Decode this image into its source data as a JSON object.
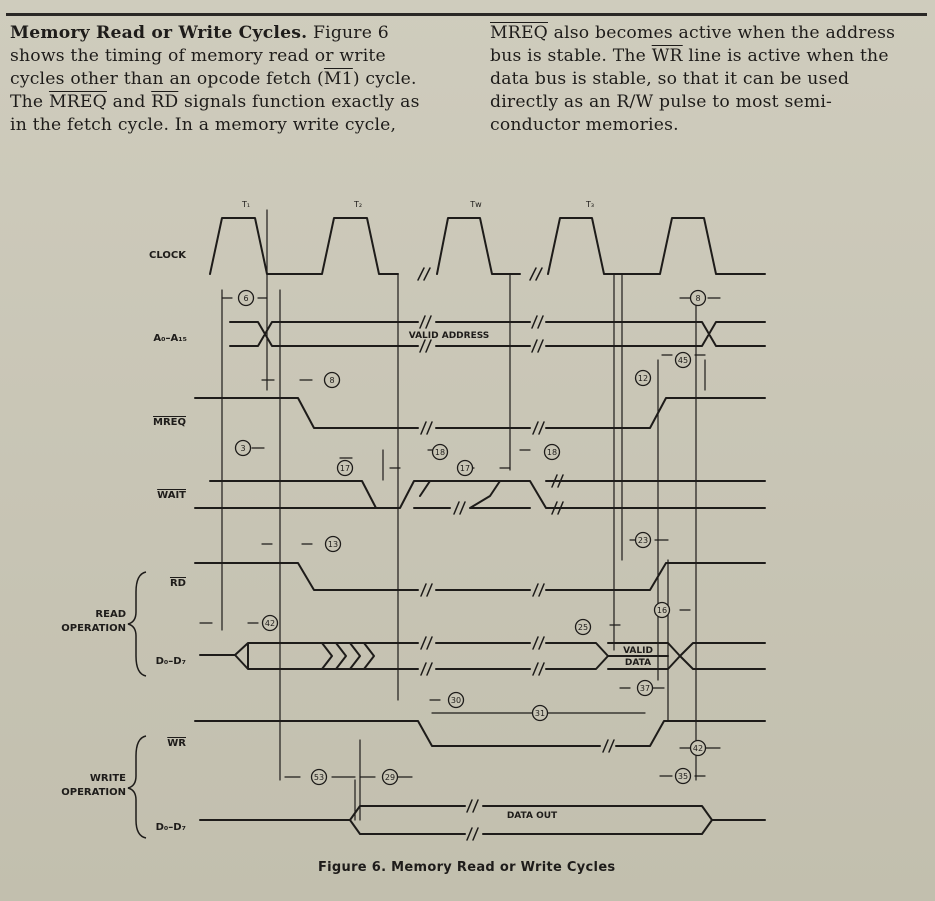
{
  "text": {
    "left_heading": "Memory Read or Write Cycles.",
    "left_l1_rest": " Figure 6",
    "left_l2": "shows the timing of memory read or write",
    "left_l3_pre": "cycles other than an opcode fetch (",
    "left_l3_ov": "M1",
    "left_l3_post": ") cycle.",
    "left_l4_pre": "The ",
    "left_l4_ov1": "MREQ",
    "left_l4_mid": " and ",
    "left_l4_ov2": "RD",
    "left_l4_post": " signals function exactly as",
    "left_l5": "in the fetch cycle. In a memory write cycle,",
    "right_l1_ov": "MREQ",
    "right_l1_post": " also becomes active when the address",
    "right_l2": "bus is stable. The ",
    "right_l2_ov": "WR",
    "right_l2_post": " line is active when the",
    "right_l3": "data bus is stable, so that it can be used",
    "right_l4": "directly as an R/W pulse to most semi-",
    "right_l5": "conductor memories."
  },
  "diagram": {
    "states": [
      "T₁",
      "T₂",
      "Tᴡ",
      "T₃"
    ],
    "signals": {
      "clock": "CLOCK",
      "address": "A₀–A₁₅",
      "mreq": "MREQ",
      "wait": "WAIT",
      "rd": "RD",
      "data_read": "D₀–D₇",
      "wr": "WR",
      "data_write": "D₀–D₇"
    },
    "group_read": [
      "READ",
      "OPERATION"
    ],
    "group_write": [
      "WRITE",
      "OPERATION"
    ],
    "valid_address": "VALID ADDRESS",
    "valid_data": [
      "VALID",
      "DATA"
    ],
    "data_out": "DATA OUT",
    "timing_tags": [
      "6",
      "8",
      "8",
      "3",
      "17",
      "18",
      "17",
      "18",
      "12",
      "45",
      "13",
      "23",
      "16",
      "42",
      "25",
      "37",
      "30",
      "31",
      "42",
      "53",
      "29",
      "35"
    ]
  },
  "caption": "Figure 6. Memory Read or Write Cycles"
}
